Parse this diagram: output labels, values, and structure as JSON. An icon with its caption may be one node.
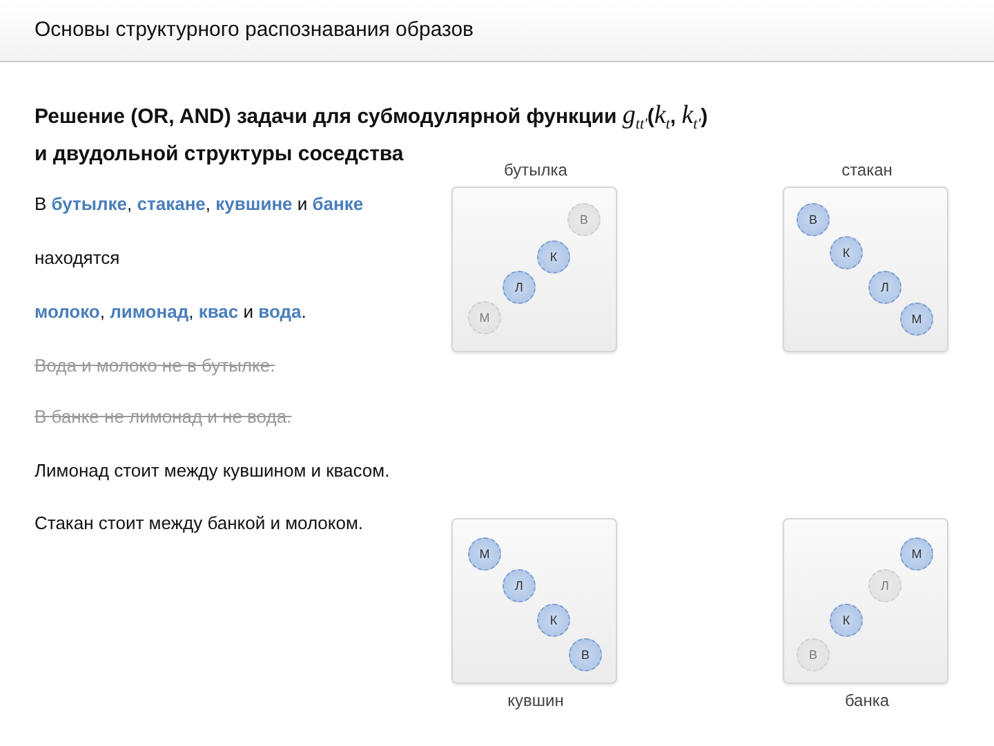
{
  "diagram": {
    "title": "Основы структурного распознавания образов",
    "nodes": [
      {
        "text": [
          "бутылка"
        ]
      },
      {
        "text": [
          "В"
        ],
        "in": 0
      },
      {
        "text": [
          "К"
        ],
        "in": 0
      },
      {
        "text": [
          "Л"
        ],
        "in": 0
      },
      {
        "text": [
          "М"
        ],
        "in": 0
      },
      {
        "text": [
          "стакан"
        ]
      },
      {
        "text": [
          "В"
        ],
        "in": 5
      },
      {
        "text": [
          "К"
        ],
        "in": 5
      },
      {
        "text": [
          "Л"
        ],
        "in": 5
      },
      {
        "text": [
          "М"
        ],
        "in": 5
      },
      {
        "text": [
          "кувшин"
        ]
      },
      {
        "text": [
          "М"
        ],
        "in": 10
      },
      {
        "text": [
          "Л"
        ],
        "in": 10
      },
      {
        "text": [
          "К"
        ],
        "in": 10
      },
      {
        "text": [
          "В"
        ],
        "in": 10
      },
      {
        "text": [
          "банка"
        ]
      },
      {
        "text": [
          "М"
        ],
        "in": 15
      },
      {
        "text": [
          "Л"
        ],
        "in": 15
      },
      {
        "text": [
          "К"
        ],
        "in": 15
      },
      {
        "text": [
          "В"
        ],
        "in": 15
      }
    ],
    "edges": [],
    "labels": [
      "Решение (OR, AND) задачи для субмодулярной функции *g*$_{tt'}$(*k*$_{t}$, *k*$_{t'}$) и двудольной структуры соседства",
      "В **бутылке**, **стакане**, **кувшине** и **банке**",
      "находятся",
      "**молоко**, **лимонад**, **квас** и **вода**.",
      "Вода и молоко не в бутылке.",
      "В банке не лимонад и не вода.",
      "Лимонад стоит между кувшином и квасом.",
      "Стакан стоит между банкой и молоком."
    ]
  }
}
